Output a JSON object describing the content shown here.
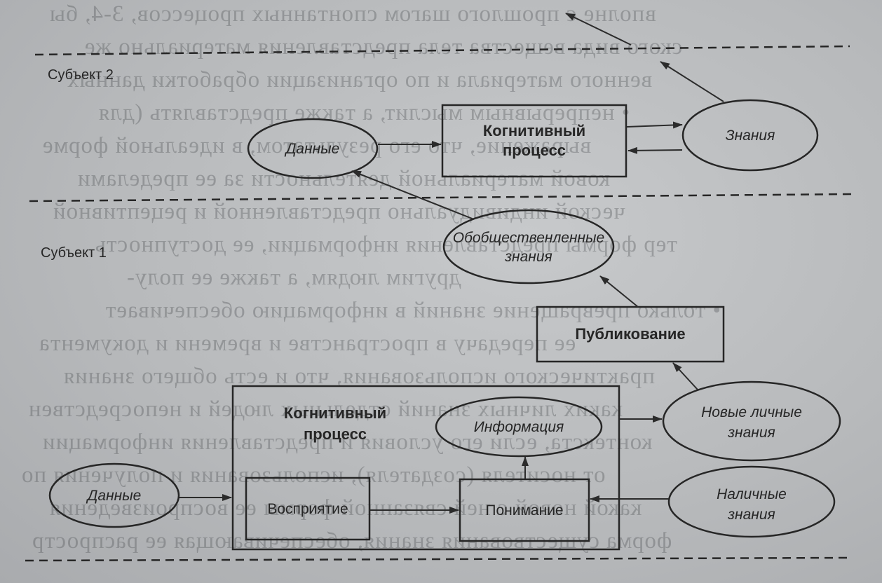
{
  "background_text": [
    "вполне с прошлого шагом спонтанных процессов, 3-4, бы",
    "ского вида вещества тела представления материально же",
    "венного материала и по организации обработки данных",
    "• непрерывным мыслит, а также представлять (для",
    "выражение, что его результатом, в идеальной форме",
    "ковой материальной деятельности за ее пределами",
    "ческой индивидуально представленной и рецептивной",
    "тер формы представления информации, ее доступность",
    "другим людям, а также ее полу-",
    "• только превращение знаний в информацию обеспечивает",
    "ее передачу в пространстве и времени и документа",
    "практического использования, что и есть общего знания",
    "каких личных знаний отдельных людей и непосредствен",
    "контекста, если его условия и представления информации",
    "от носителя (создателя), использования и получения по",
    "какой новой с ней связанной формы ее воспроизведения",
    "форма существования знания, обеспечивающая ее распростр"
  ],
  "subjects": {
    "subject2": "Субъект 2",
    "subject1": "Субъект 1"
  },
  "nodes": {
    "data_top": "Данные",
    "cognitive_top_line1": "Когнитивный",
    "cognitive_top_line2": "процесс",
    "knowledge_top": "Знания",
    "social_knowledge_line1": "Обобщественленные",
    "social_knowledge_line2": "знания",
    "publishing": "Публикование",
    "new_knowledge_line1": "Новые личные",
    "new_knowledge_line2": "знания",
    "cognitive_bottom_line1": "Когнитивный",
    "cognitive_bottom_line2": "процесс",
    "information": "Информация",
    "data_bottom": "Данные",
    "perception": "Восприятие",
    "understanding": "Понимание",
    "existing_knowledge_line1": "Наличные",
    "existing_knowledge_line2": "знания"
  }
}
